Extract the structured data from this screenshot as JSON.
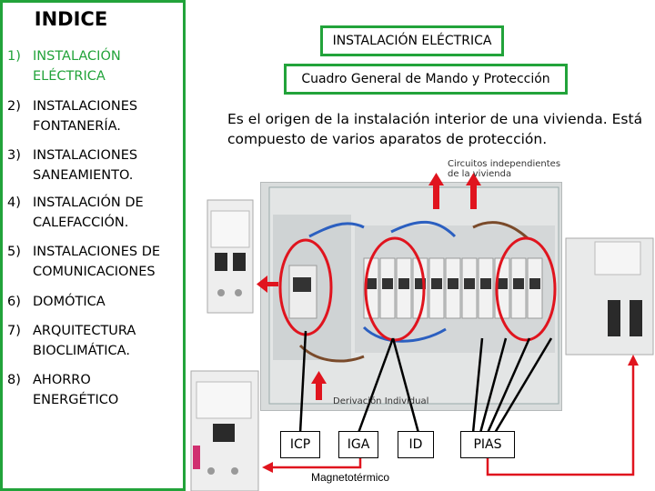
{
  "sidebar": {
    "title": "INDICE",
    "items": [
      {
        "num": "1)",
        "line1": "INSTALACIÓN",
        "line2": "ELÉCTRICA",
        "active": true
      },
      {
        "num": "2)",
        "line1": "INSTALACIONES",
        "line2": "FONTANERÍA.",
        "active": false
      },
      {
        "num": "3)",
        "line1": "INSTALACIONES",
        "line2": "SANEAMIENTO.",
        "active": false
      },
      {
        "num": "4)",
        "line1": "INSTALACIÓN DE",
        "line2": "CALEFACCIÓN.",
        "active": false
      },
      {
        "num": "5)",
        "line1": "INSTALACIONES DE",
        "line2": "COMUNICACIONES",
        "active": false
      },
      {
        "num": "6)",
        "line1": "DOMÓTICA",
        "line2": "",
        "active": false
      },
      {
        "num": "7)",
        "line1": "ARQUITECTURA",
        "line2": "BIOCLIMÁTICA.",
        "active": false
      },
      {
        "num": "8)",
        "line1": "AHORRO",
        "line2": "ENERGÉTICO",
        "active": false
      }
    ]
  },
  "main": {
    "section_title": "INSTALACIÓN ELÉCTRICA",
    "subtitle": "Cuadro General de Mando y Protección",
    "intro": "Es el origen de la instalación interior de una vivienda. Está compuesto de varios aparatos de protección.",
    "photo_labels": {
      "circuits": "Circuitos independientes de la vivienda",
      "derivation": "Derivación Individual"
    },
    "labels": {
      "icp": "ICP",
      "iga": "IGA",
      "id": "ID",
      "pias": "PIAS",
      "magneto": "Magnetotérmico"
    }
  },
  "colors": {
    "accent_green": "#22a33a",
    "highlight_red": "#e0141e",
    "arrow_red": "#e0141e"
  }
}
